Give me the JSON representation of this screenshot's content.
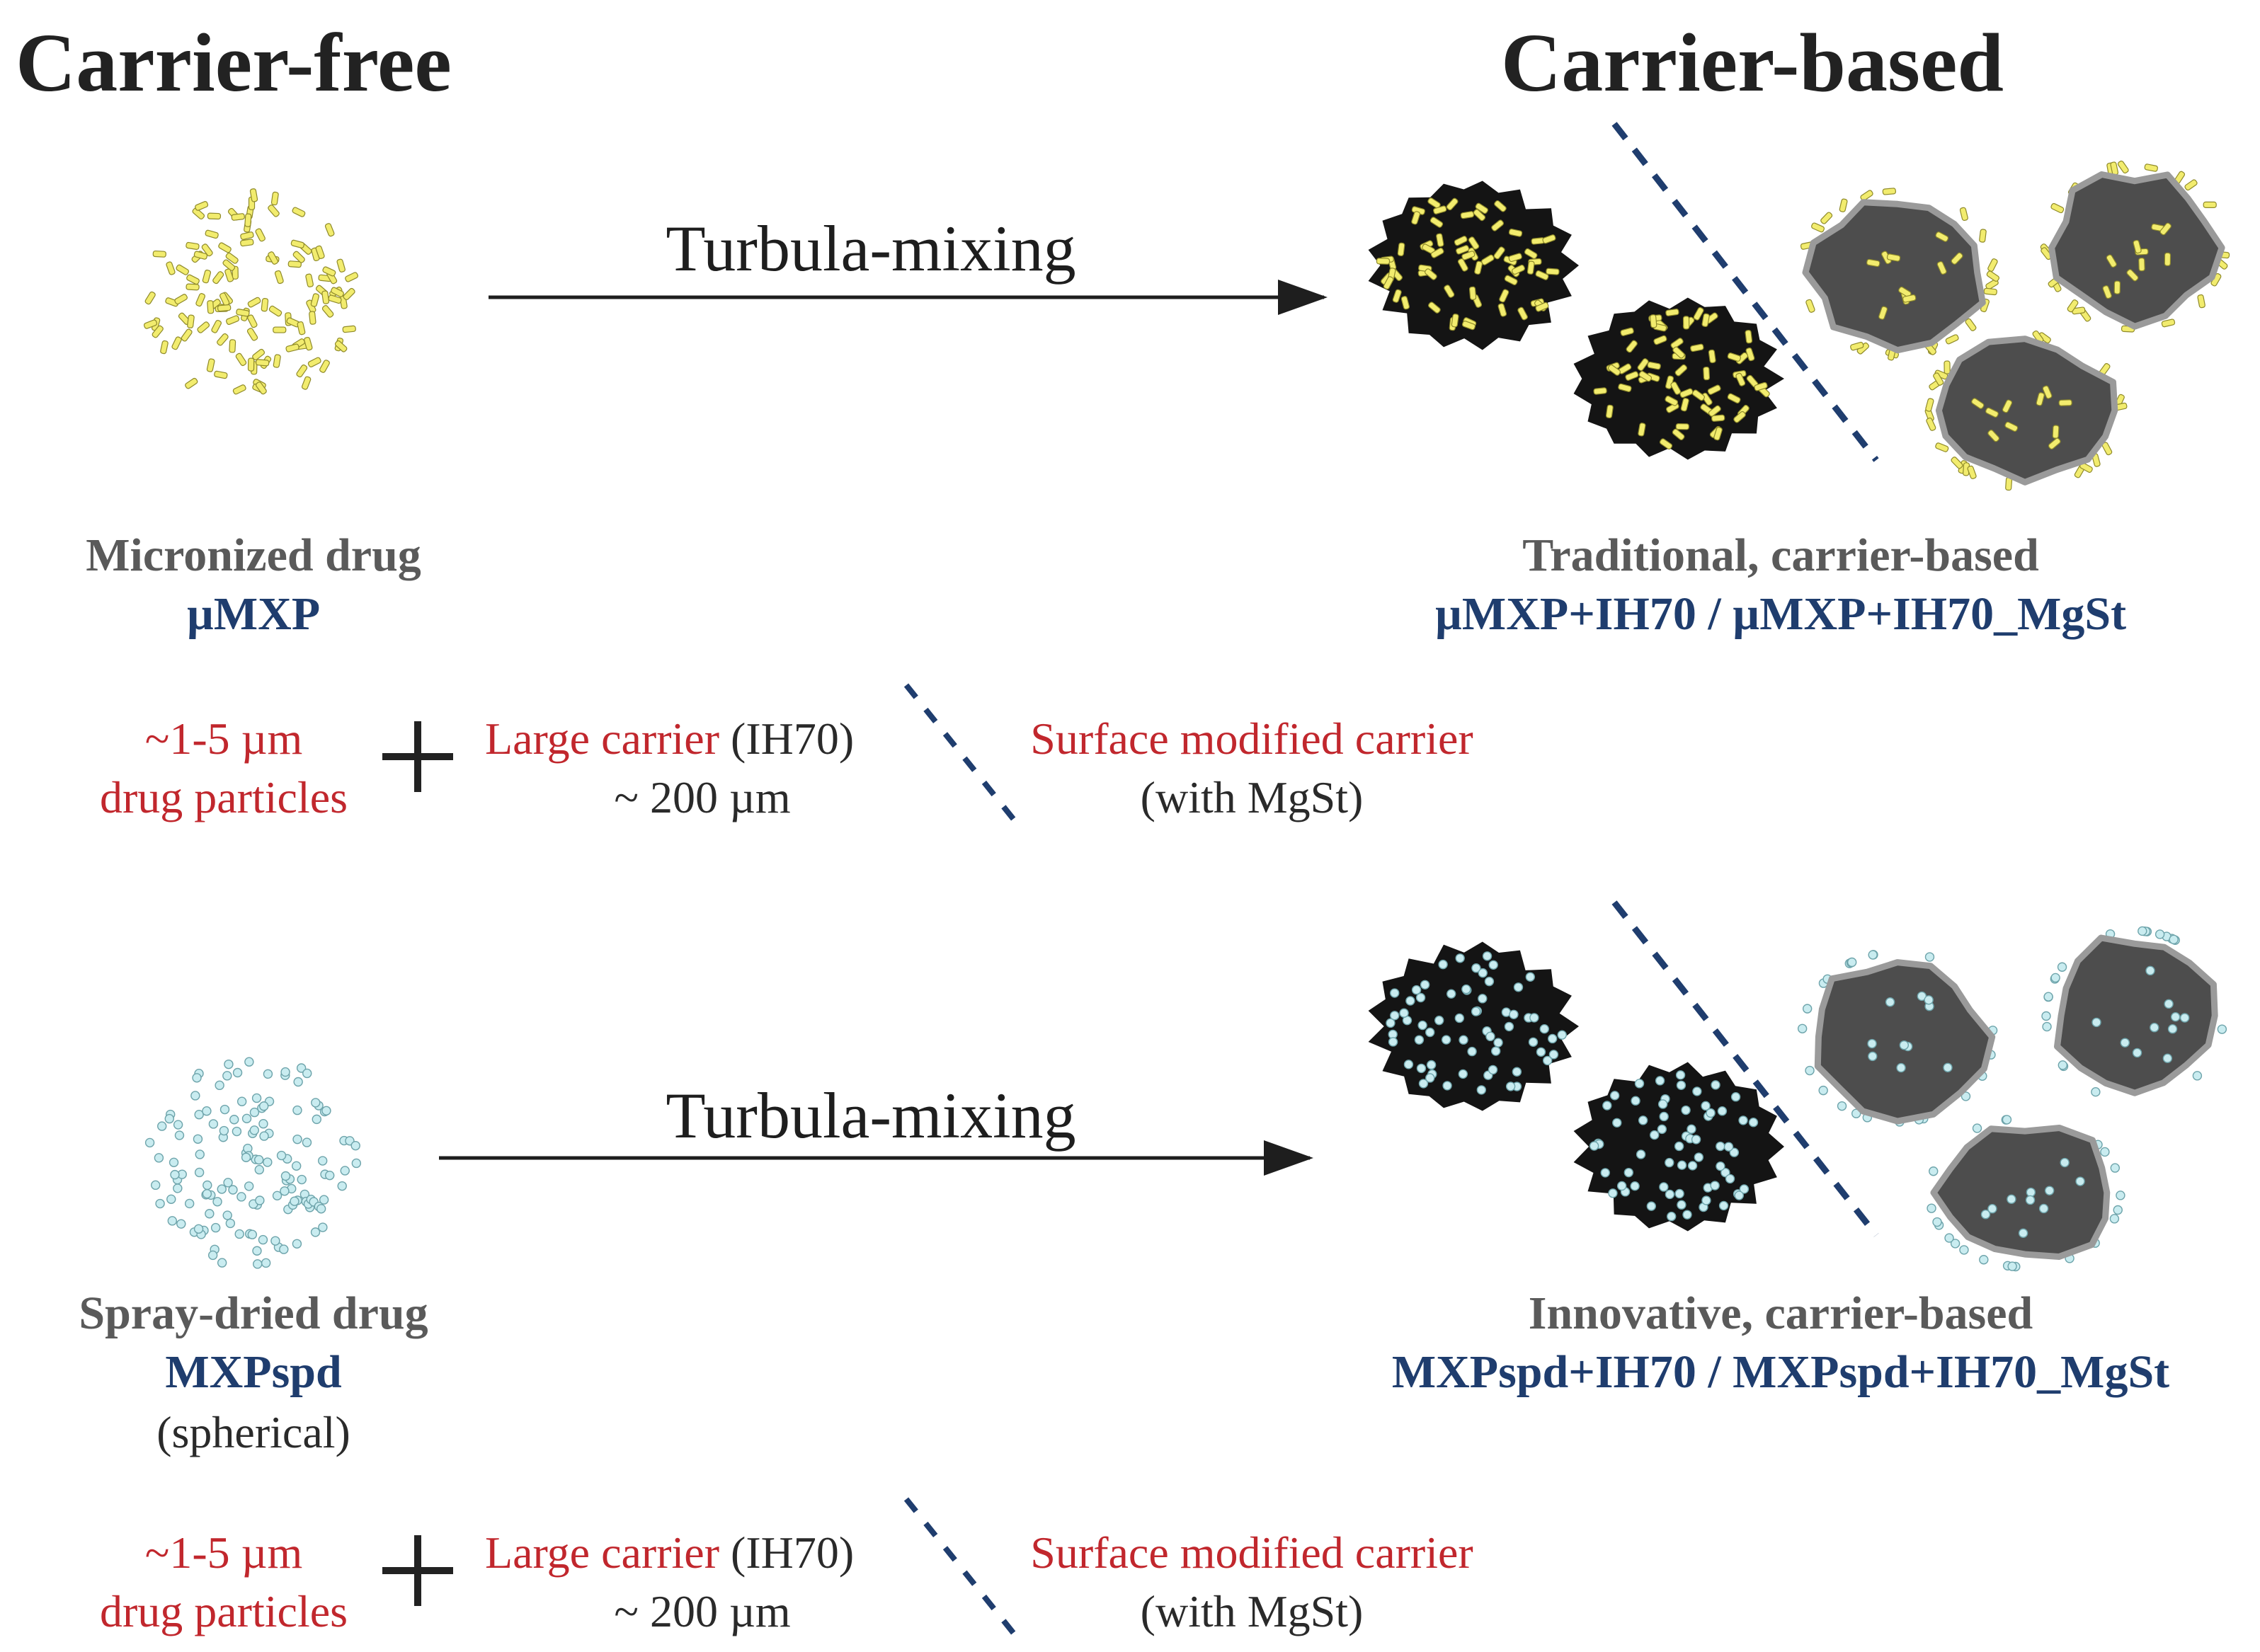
{
  "headings": {
    "left": "Carrier-free",
    "right": "Carrier-based"
  },
  "process": {
    "label": "Turbula-mixing"
  },
  "rows": [
    {
      "drug_name": "Micronized drug",
      "drug_code": "µMXP",
      "drug_note": "",
      "particle_color": "#f2ec6e",
      "particle_shape": "elongated-crystal",
      "product_title": "Traditional, carrier-based",
      "product_code_a": "µMXP+IH70",
      "product_separator": " / ",
      "product_code_b": "µMXP+IH70_MgSt",
      "legend": {
        "drug_size": "~1-5 µm",
        "drug_label": "drug particles",
        "plus_icon": "plus-icon",
        "carrier_label": "Large carrier",
        "carrier_code": " (IH70)",
        "carrier_size": "~ 200 µm",
        "modified_label": "Surface modified carrier",
        "modified_note": "(with MgSt)"
      }
    },
    {
      "drug_name": "Spray-dried drug",
      "drug_code": "MXPspd",
      "drug_note": "(spherical)",
      "particle_color": "#c9ecf0",
      "particle_shape": "sphere",
      "product_title": "Innovative, carrier-based",
      "product_code_a": "MXPspd+IH70",
      "product_separator": " / ",
      "product_code_b": "MXPspd+IH70_MgSt",
      "legend": {
        "drug_size": "~1-5 µm",
        "drug_label": "drug particles",
        "plus_icon": "plus-icon",
        "carrier_label": "Large carrier",
        "carrier_code": " (IH70)",
        "carrier_size": "~ 200 µm",
        "modified_label": "Surface modified carrier",
        "modified_note": "(with MgSt)"
      }
    }
  ],
  "colors": {
    "text_red": "#c1272d",
    "text_blue": "#1f3d6e",
    "text_gray": "#5a5a5a",
    "divider": "#1f3d6e",
    "carrier_dark": "#141414",
    "carrier_modified_fill": "#4d4d4d",
    "carrier_modified_rim": "#9a9a9a"
  }
}
